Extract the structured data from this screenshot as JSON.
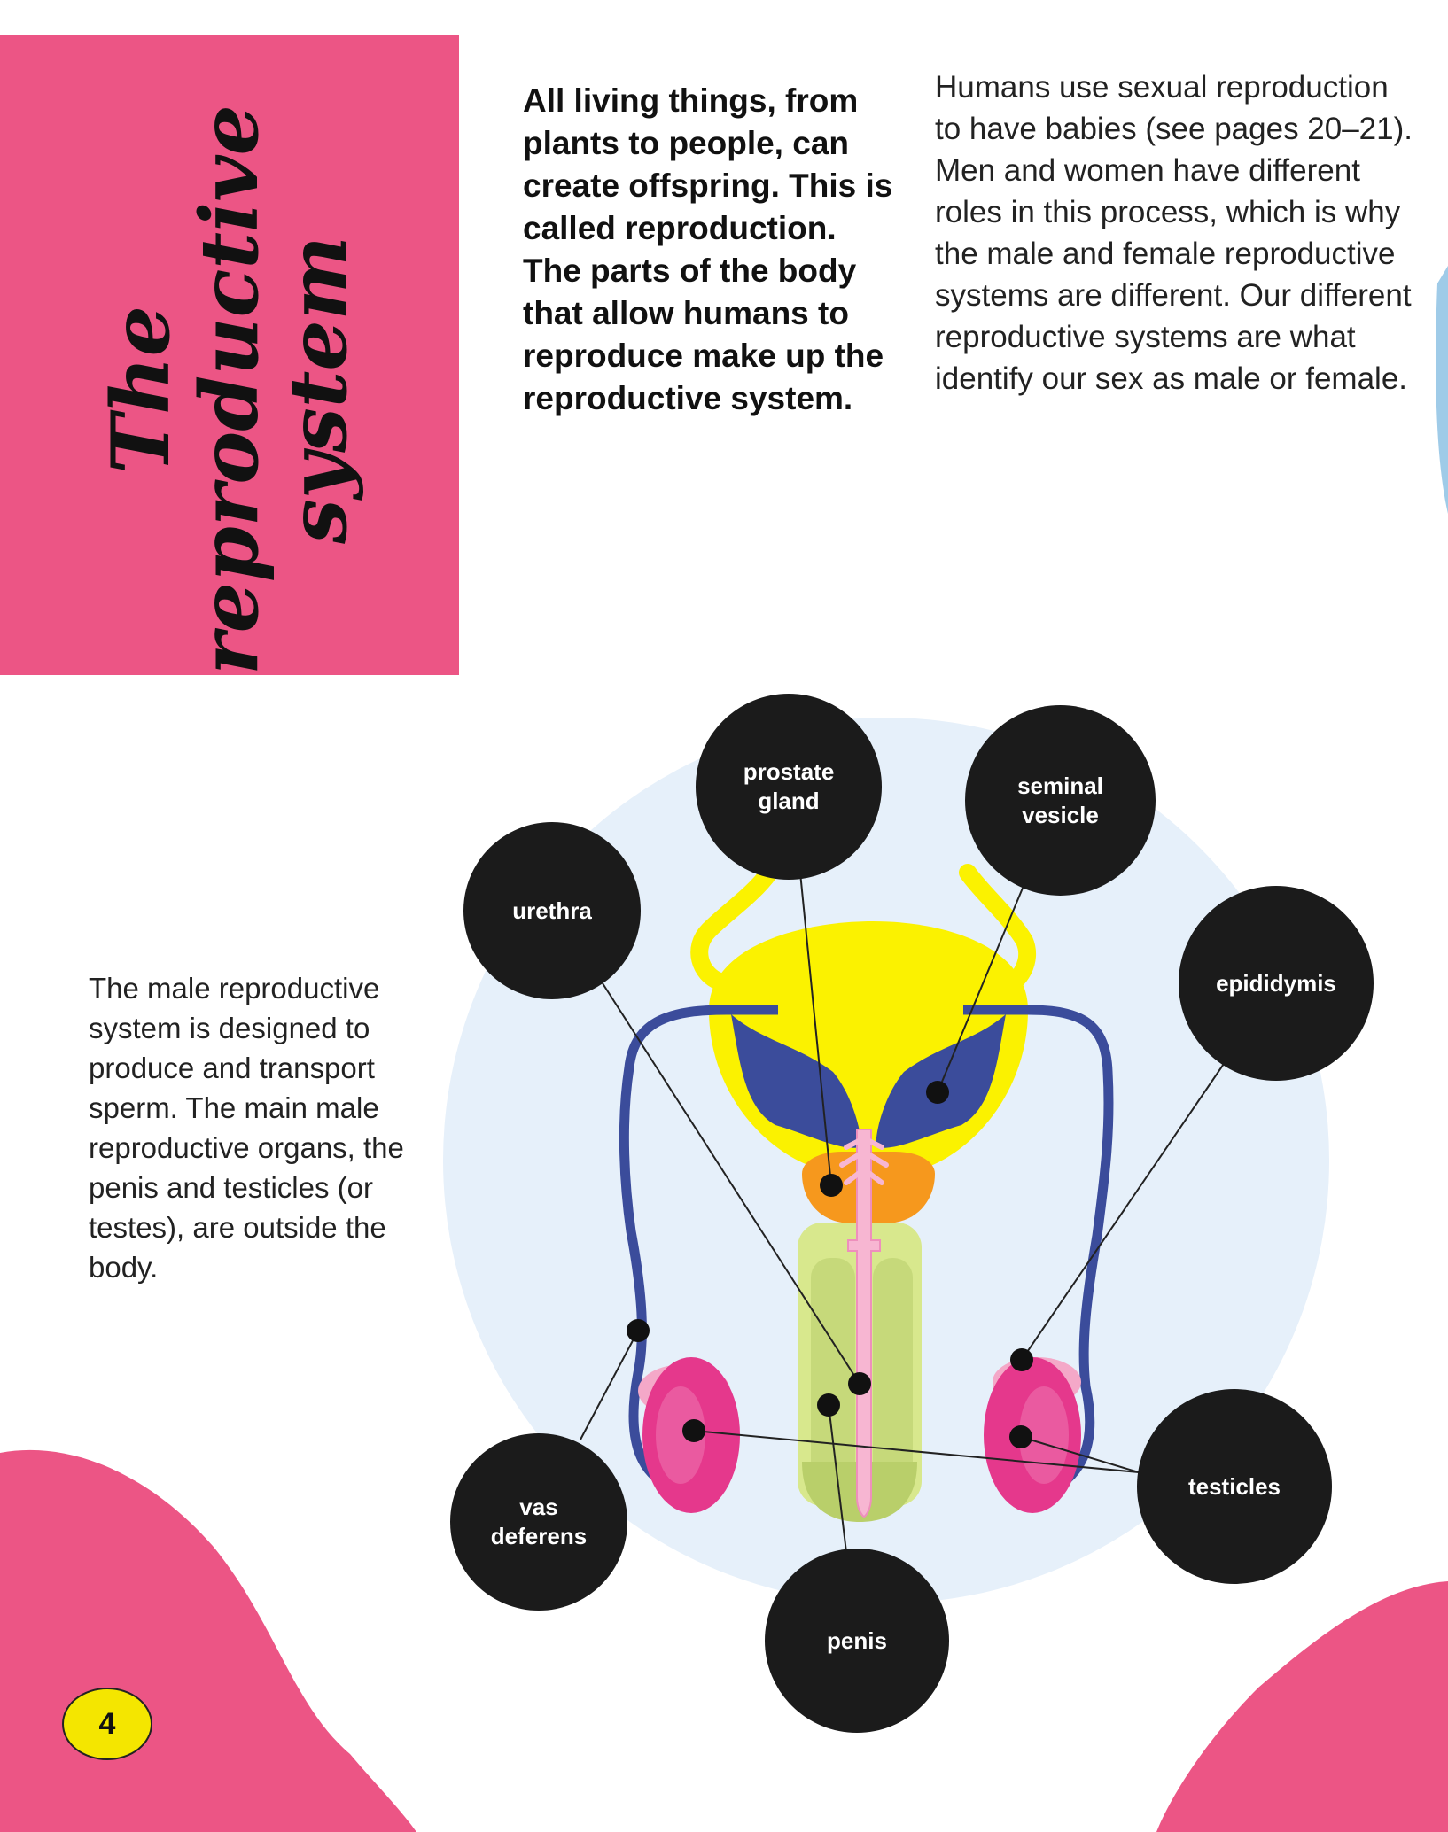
{
  "title": {
    "line1": "The",
    "line2": "reproductive",
    "line3": "system"
  },
  "intro_bold": "All living things, from plants to people, can create offspring. This is called reproduction. The parts of the body that allow humans to reproduce make up the reproductive system.",
  "intro_right": "Humans use sexual reproduction to have babies (see pages 20–21). Men and women have different roles in this process, which is why the male and female reproductive systems are different. Our different reproductive systems are what identify our sex as male or female.",
  "male_text": "The male reproductive system is designed to produce and transport sperm. The main male reproductive organs, the penis and testicles (or testes), are outside the body.",
  "labels": {
    "prostate_l1": "prostate",
    "prostate_l2": "gland",
    "seminal_l1": "seminal",
    "seminal_l2": "vesicle",
    "urethra": "urethra",
    "epididymis": "epididymis",
    "vas_l1": "vas",
    "vas_l2": "deferens",
    "testicles": "testicles",
    "penis": "penis"
  },
  "page_number": "4",
  "colors": {
    "page_pink": "#ec5585",
    "bubble": "#1b1b1b",
    "bladder": "#fbf200",
    "seminal_vesicle": "#3b4c9b",
    "prostate": "#f6981d",
    "urethra": "#f7b6d2",
    "penis": "#d8e88d",
    "testicle": "#e5388c",
    "background_circle": "#e6f0fa",
    "page_badge": "#f4e600"
  }
}
